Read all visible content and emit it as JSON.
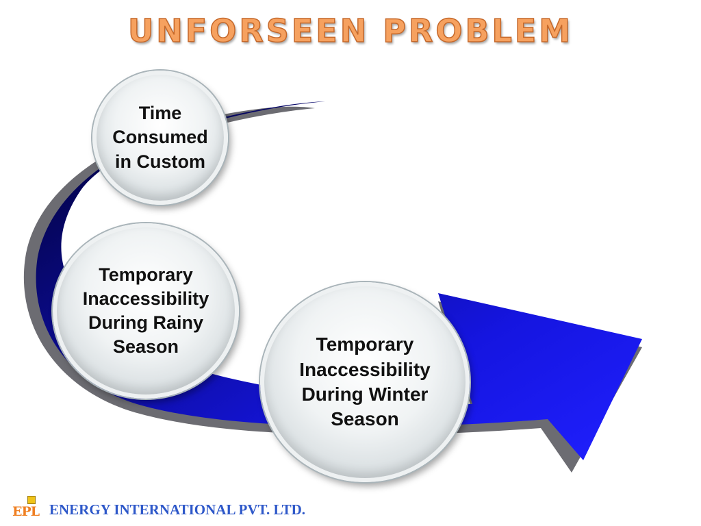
{
  "title": "UNFORSEEN PROBLEM",
  "items": [
    {
      "label": "Time Consumed in Custom"
    },
    {
      "label": "Temporary Inaccessibility During Rainy Season"
    },
    {
      "label": "Temporary Inaccessibility During Winter Season"
    }
  ],
  "footer": {
    "logo_text": "EPL",
    "company": "ENERGY INTERNATIONAL PVT. LTD."
  },
  "colors": {
    "title": "#f6a15f",
    "arrow": "#1a1ae6",
    "arrow_shadow": "#6c6c72",
    "company": "#2e58c9",
    "logo": "#ef7f22"
  }
}
